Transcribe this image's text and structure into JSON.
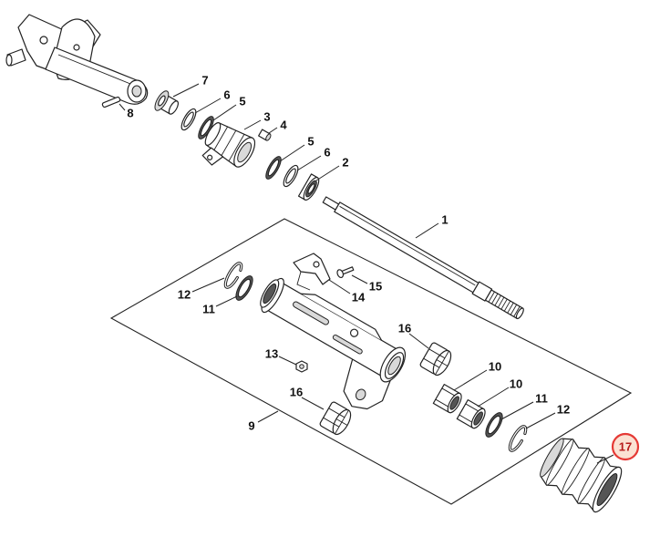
{
  "callouts": [
    "1",
    "2",
    "3",
    "4",
    "5",
    "5",
    "6",
    "6",
    "7",
    "8",
    "9",
    "10",
    "10",
    "11",
    "11",
    "12",
    "12",
    "13",
    "14",
    "15",
    "16",
    "16",
    "17"
  ],
  "highlight": {
    "label": "17",
    "stroke_color": "#e53935",
    "fill_color": "#fbe1d3",
    "text_color": "#b71c1c"
  }
}
